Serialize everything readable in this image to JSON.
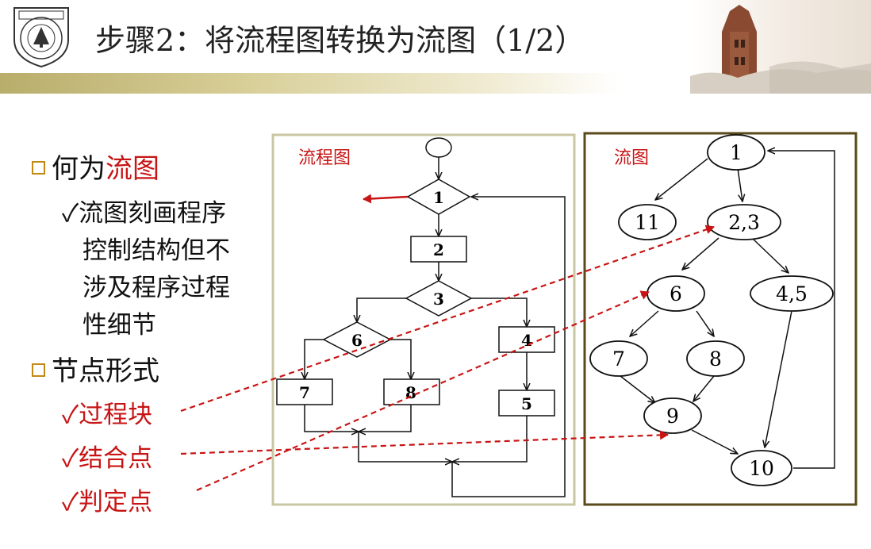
{
  "header": {
    "title": "步骤2：将流程图转换为流图（1/2）"
  },
  "bullets": [
    {
      "prefix": "何为",
      "highlight": "流图"
    },
    {
      "prefix": "节点形式",
      "highlight": ""
    }
  ],
  "sub_points": {
    "definition": [
      "✓流图刻画程序",
      "控制结构但不",
      "涉及程序过程",
      "性细节"
    ],
    "forms": [
      "✓过程块",
      "✓结合点",
      "✓判定点"
    ]
  },
  "flowchart": {
    "label": "流程图",
    "nodes": [
      "1",
      "2",
      "3",
      "6",
      "4",
      "7",
      "8",
      "5"
    ]
  },
  "flowgraph": {
    "label": "流图",
    "nodes": [
      "1",
      "11",
      "2,3",
      "6",
      "4,5",
      "7",
      "8",
      "9",
      "10"
    ]
  },
  "colors": {
    "accent_red": "#c81414",
    "header_bar": "#b9ad6b",
    "flowchart_border": "#c9c7a3",
    "flowgraph_border": "#5a4a1a",
    "bullet_square": "#c28a14"
  }
}
